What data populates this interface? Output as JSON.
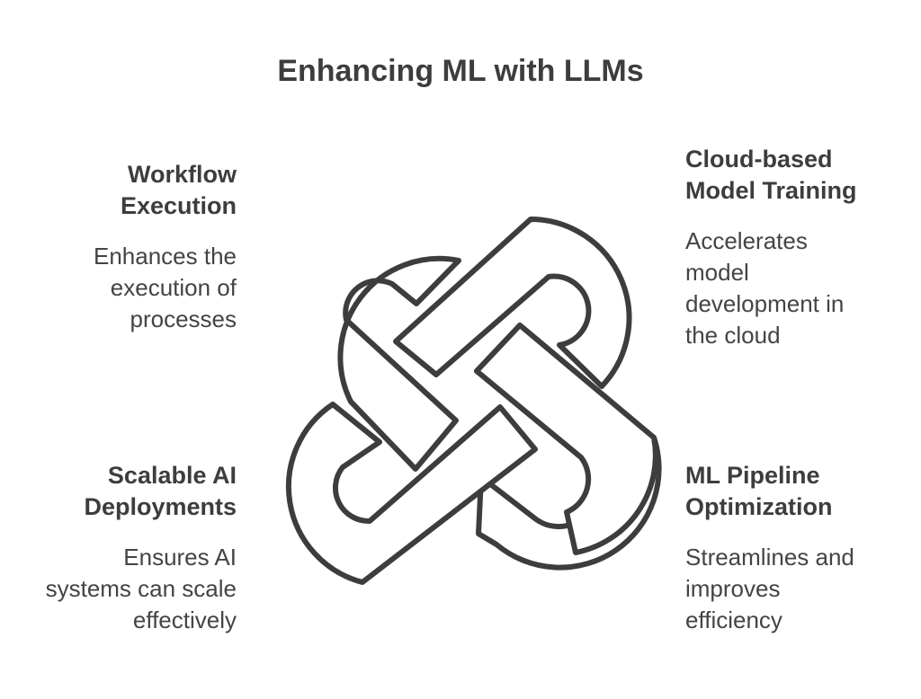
{
  "title": "Enhancing ML with LLMs",
  "colors": {
    "outline": "#3d3d3d",
    "text": "#3d3d3d",
    "background": "#ffffff"
  },
  "icons": [
    "celtic-knot-icon"
  ],
  "sections": {
    "top_left": {
      "heading": "Workflow\nExecution",
      "description": "Enhances the\nexecution of\nprocesses"
    },
    "top_right": {
      "heading": "Cloud-based\nModel Training",
      "description": "Accelerates\nmodel\ndevelopment in\nthe cloud"
    },
    "bottom_left": {
      "heading": "Scalable AI\nDeployments",
      "description": "Ensures AI\nsystems can scale\neffectively"
    },
    "bottom_right": {
      "heading": "ML Pipeline\nOptimization",
      "description": "Streamlines and\nimproves\nefficiency"
    }
  }
}
